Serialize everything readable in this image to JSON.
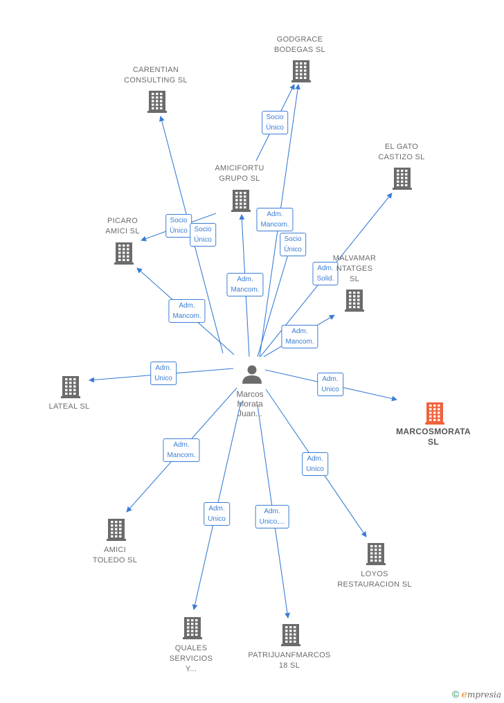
{
  "person": {
    "label": "Marcos\nMorata\nJuan..."
  },
  "nodes": [
    {
      "id": "godgrace",
      "label": "GODGRACE\nBODEGAS  SL"
    },
    {
      "id": "carentian",
      "label": "CARENTIAN\nCONSULTING SL"
    },
    {
      "id": "elgato",
      "label": "EL GATO\nCASTIZO  SL"
    },
    {
      "id": "amicifortu",
      "label": "AMICIFORTU\nGRUPO  SL"
    },
    {
      "id": "picaro",
      "label": "PICARO\nAMICI  SL"
    },
    {
      "id": "malvamar",
      "label": "MALVAMAR\nNTATGES\nSL"
    },
    {
      "id": "lateal",
      "label": "LATEAL SL"
    },
    {
      "id": "marcosmorata",
      "label": "MARCOSMORATA\nSL",
      "highlight": true
    },
    {
      "id": "amicitoledo",
      "label": "AMICI\nTOLEDO  SL"
    },
    {
      "id": "loyos",
      "label": "LOYOS\nRESTAURACION SL"
    },
    {
      "id": "quales",
      "label": "QUALES\nSERVICIOS\nY..."
    },
    {
      "id": "patrijuan",
      "label": "PATRIJUANFMARCOS\n18  SL"
    }
  ],
  "edges": [
    {
      "label": "Socio\nÚnico"
    },
    {
      "label": "Adm.\nMancom."
    },
    {
      "label": "Socio\nÚnico"
    },
    {
      "label": "Socio\nÚnico"
    },
    {
      "label": "Adm.\nMancom."
    },
    {
      "label": "Socio\nÚnico"
    },
    {
      "label": "Adm.\nSolid."
    },
    {
      "label": "Adm.\nMancom."
    },
    {
      "label": "Adm.\nMancom."
    },
    {
      "label": "Adm.\nUnico"
    },
    {
      "label": "Adm.\nUnico"
    },
    {
      "label": "Adm.\nMancom."
    },
    {
      "label": "Adm.\nUnico"
    },
    {
      "label": "Adm.\nUnico"
    },
    {
      "label": "Adm.\nUnico,..."
    }
  ],
  "colors": {
    "edge": "#3a7dd4",
    "building": "#6b6b6b",
    "highlight": "#f0623a",
    "person": "#6b6b6b"
  },
  "footer": {
    "copyright": "©",
    "brand_e": "e",
    "brand_rest": "mpresia"
  }
}
